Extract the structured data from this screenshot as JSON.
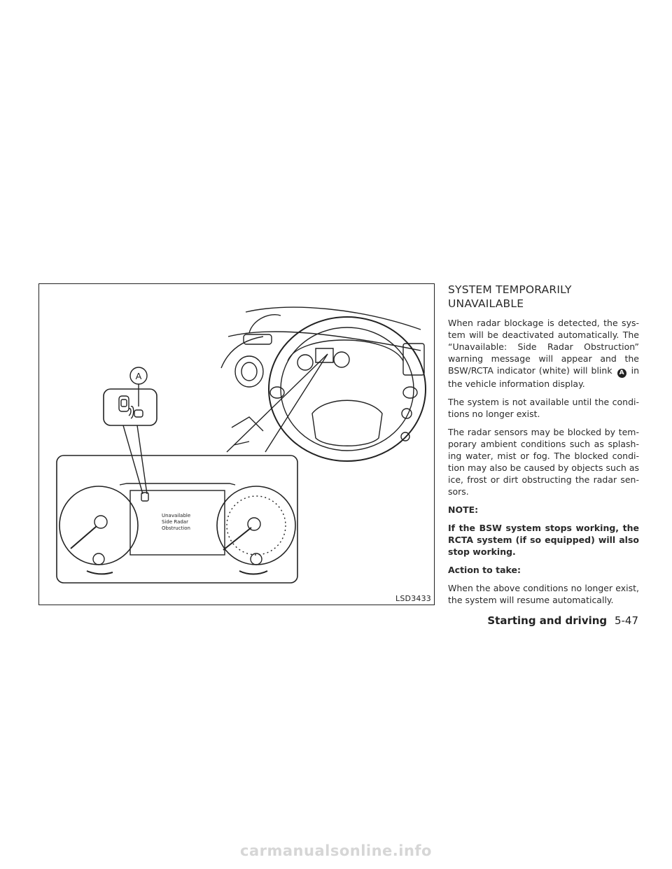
{
  "figure": {
    "callout_letter": "A",
    "display_message": [
      "Unavailable",
      "Side Radar",
      "Obstruction"
    ],
    "code": "LSD3433"
  },
  "text": {
    "heading": "SYSTEM TEMPORARILY UNAVAILABLE",
    "p1_before": "When radar blockage is detected, the sys­tem will be deactivated automatically. The “Unavailable: Side Radar Obstruction” warning message will appear and the BSW/RCTA indicator (white) will blink",
    "p1_callout": "A",
    "p1_after": "in the vehicle information display.",
    "p2": "The system is not available until the condi­tions no longer exist.",
    "p3": "The radar sensors may be blocked by tem­porary ambient conditions such as splash­ing water, mist or fog. The blocked condi­tion may also be caused by objects such as ice, frost or dirt obstructing the radar sen­sors.",
    "note_label": "NOTE:",
    "note_body": "If the BSW system stops working, the RCTA system (if so equipped) will also stop working.",
    "action_label": "Action to take:",
    "action_body": "When the above conditions no longer exist, the system will resume automatically."
  },
  "footer": {
    "section": "Starting and driving",
    "page": "5-47"
  },
  "watermark": "carmanualsonline.info"
}
